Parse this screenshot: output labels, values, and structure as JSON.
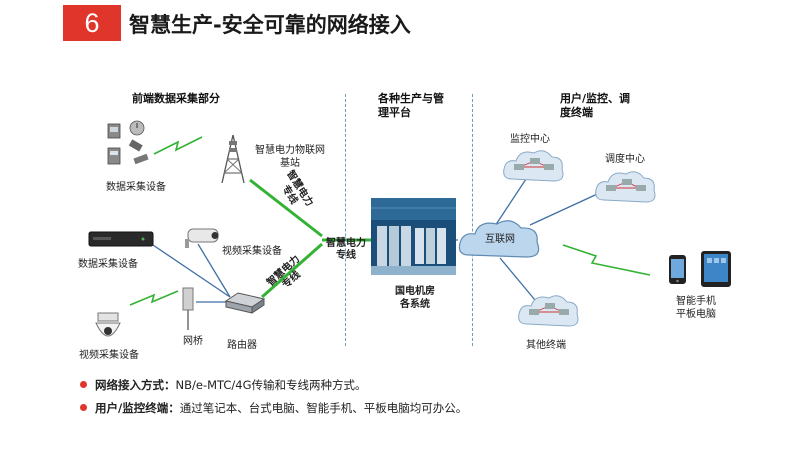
{
  "header": {
    "number": "6",
    "title": "智慧生产-安全可靠的网络接入"
  },
  "sections": {
    "front_end": "前端数据采集部分",
    "platform": "各种生产与管\n理平台",
    "user_terminal": "用户/监控、调\n度终端"
  },
  "labels": {
    "data_collection_1": "数据采集设备",
    "iot_base_station": "智慧电力物联网\n基站",
    "dedicated_line_1": "智慧电力\n专线",
    "video_device_1": "视频采集设备",
    "data_collection_2": "数据采集设备",
    "dedicated_line_main": "智慧电力\n专线",
    "dedicated_line_2": "智慧电力\n专线",
    "bridge": "网桥",
    "router": "路由器",
    "video_device_2": "视频采集设备",
    "machine_room": "国电机房\n各系统",
    "monitor_center": "监控中心",
    "dispatch_center": "调度中心",
    "internet": "互联网",
    "mobile_devices": "智能手机\n平板电脑",
    "other_terminals": "其他终端"
  },
  "bullets": [
    {
      "key": "网络接入方式：",
      "text": "NB/e-MTC/4G传输和专线两种方式。"
    },
    {
      "key": "用户/监控终端：",
      "text": "通过笔记本、台式电脑、智能手机、平板电脑均可办公。"
    }
  ],
  "colors": {
    "accent": "#e0352b",
    "link": "#3f6fa6",
    "dedicated": "#33b233",
    "divider": "#6a9fb5"
  },
  "icons": [
    "sensor-cluster-icon",
    "cell-tower-icon",
    "nvr-icon",
    "bullet-camera-icon",
    "dome-camera-icon",
    "bridge-antenna-icon",
    "router-icon",
    "server-room-icon",
    "cloud-icon",
    "laptop-icon",
    "smartphone-icon",
    "tablet-icon",
    "lightning-icon"
  ]
}
